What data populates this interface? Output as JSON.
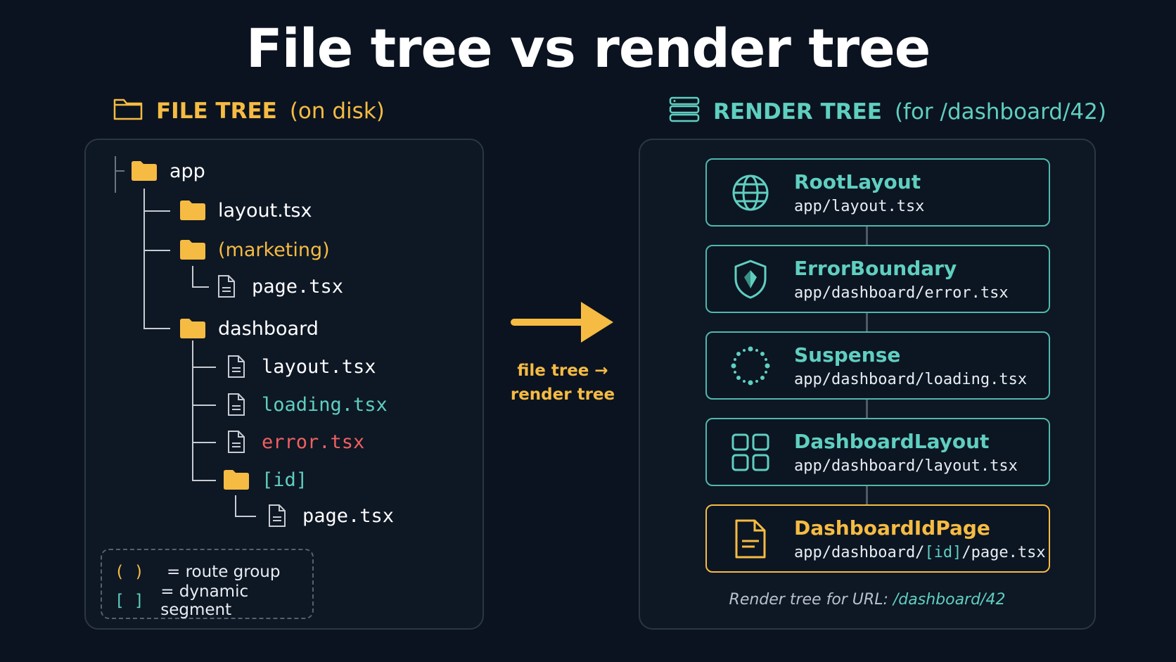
{
  "title": "File tree vs render tree",
  "file_tree": {
    "heading": "FILE TREE",
    "heading_sub": "(on disk)",
    "nodes": [
      {
        "label": "app",
        "icon": "folder-icon",
        "color": "#ffffff"
      },
      {
        "label": "layout.tsx",
        "icon": "folder-icon",
        "color": "#ffffff"
      },
      {
        "label": "(marketing)",
        "icon": "folder-icon",
        "color": "#f5bb43"
      },
      {
        "label": "page.tsx",
        "icon": "file-icon",
        "color": "#ffffff"
      },
      {
        "label": "dashboard",
        "icon": "folder-icon",
        "color": "#ffffff"
      },
      {
        "label": "layout.tsx",
        "icon": "file-icon",
        "color": "#ffffff"
      },
      {
        "label": "loading.tsx",
        "icon": "file-icon",
        "color": "#5fcfc0"
      },
      {
        "label": "error.tsx",
        "icon": "file-icon",
        "color": "#f06060"
      },
      {
        "label": "[id]",
        "icon": "folder-icon",
        "color": "#5fcfc0"
      },
      {
        "label": "page.tsx",
        "icon": "file-icon",
        "color": "#ffffff"
      }
    ],
    "legend": [
      {
        "symbol": "( )",
        "text": "= route group"
      },
      {
        "symbol": "[ ]",
        "text": "= dynamic segment"
      }
    ]
  },
  "arrow": {
    "caption_line1": "file tree →",
    "caption_line2": "render tree"
  },
  "render_tree": {
    "heading": "RENDER TREE",
    "heading_sub": "(for /dashboard/42)",
    "boxes": [
      {
        "name": "RootLayout",
        "path": "app/layout.tsx",
        "icon": "globe-icon"
      },
      {
        "name": "ErrorBoundary",
        "path": "app/dashboard/error.tsx",
        "icon": "shield-icon"
      },
      {
        "name": "Suspense",
        "path": "app/dashboard/loading.tsx",
        "icon": "spinner-icon"
      },
      {
        "name": "DashboardLayout",
        "path": "app/dashboard/layout.tsx",
        "icon": "grid-icon"
      },
      {
        "name": "DashboardIdPage",
        "path_prefix": "app/dashboard/",
        "path_hl": "[id]",
        "path_suffix": "/page.tsx",
        "icon": "document-icon"
      }
    ],
    "footer_prefix": "Render tree for URL:",
    "footer_url": "/dashboard/42"
  },
  "colors": {
    "accent_gold": "#f5bb43",
    "accent_teal": "#5fcfc0",
    "error_red": "#f06060",
    "background": "#0b1320"
  }
}
